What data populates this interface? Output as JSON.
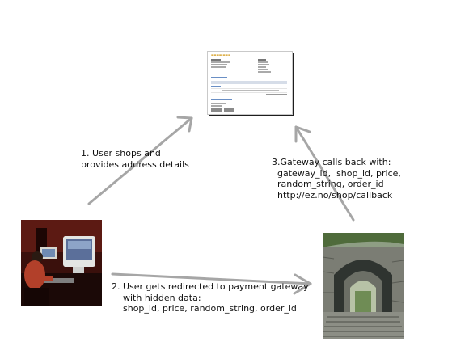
{
  "steps": {
    "step1": "1. User shops and\nprovides address details",
    "step2": "2. User gets redirected to payment gateway\n    with hidden data:\n    shop_id, price, random_string, order_id",
    "step3": "3.Gateway calls back with:\n  gateway_id,  shop_id, price,\n  random_string, order_id\n  http://ez.no/shop/callback"
  },
  "colors": {
    "arrow": "#a6a6a6",
    "thumb_accent": "#d49b1a",
    "thumb_section": "#6a8fc5"
  },
  "images": {
    "order_page": "order-confirmation-page-thumbnail",
    "user": "person-at-computer-photo",
    "gateway": "stone-archway-gateway-photo"
  }
}
